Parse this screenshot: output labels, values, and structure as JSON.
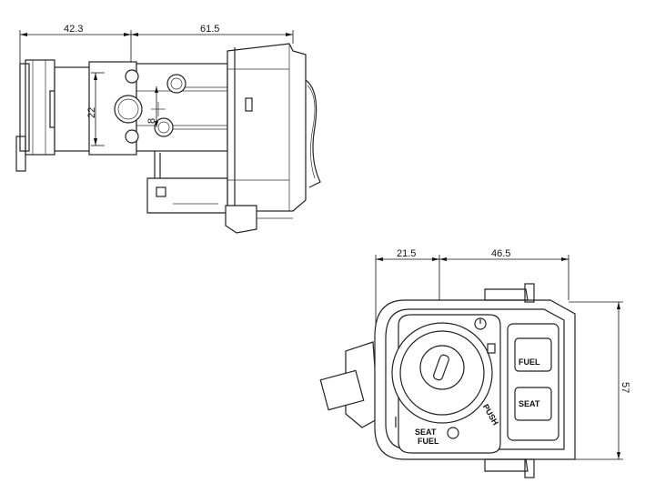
{
  "top_view": {
    "dim_left_width": "42.3",
    "dim_right_width": "61.5",
    "dim_hole_spacing": "22",
    "dim_small": "8"
  },
  "front_view": {
    "dim_left_width": "21.5",
    "dim_right_width": "46.5",
    "dim_height": "57",
    "button_fuel": "FUEL",
    "button_seat": "SEAT",
    "label_seat": "SEAT",
    "label_fuel": "FUEL",
    "label_push": "PUSH"
  }
}
